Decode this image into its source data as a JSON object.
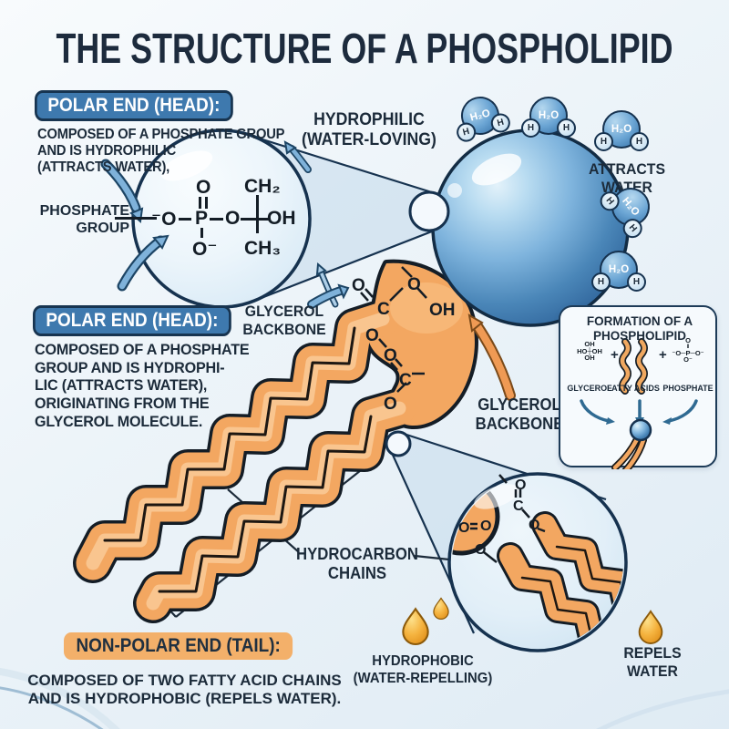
{
  "title": "THE STRUCTURE OF A PHOSPHOLIPID",
  "polar_head_top": {
    "pill": "POLAR END (HEAD):",
    "desc_lines": [
      "COMPOSED OF A PHOSPHATE GROUP",
      "AND IS HYDROPHILIC",
      "(ATTRACTS WATER),"
    ]
  },
  "polar_head_mid": {
    "pill": "POLAR END (HEAD):",
    "desc_lines": [
      "COMPOSED OF A PHOSPHATE",
      "GROUP AND IS HYDROPHI-",
      "LIC (ATTRACTS WATER),",
      "ORIGINATING FROM THE",
      "GLYCEROL MOLECULE."
    ]
  },
  "nonpolar_tail": {
    "pill": "NON-POLAR END (TAIL):",
    "desc_lines": [
      "COMPOSED OF TWO FATTY ACID CHAINS",
      "AND IS HYDROPHOBIC (REPELS WATER)."
    ]
  },
  "phosphate_group_label": [
    "PHOSPHATE",
    "GROUP"
  ],
  "hydrophilic_label": [
    "HYDROPHILIC",
    "(WATER-LOVING)"
  ],
  "attracts_water_label": [
    "ATTRACTS",
    "WATER"
  ],
  "glycerol_backbone_left": [
    "GLYCEROL",
    "BACKBONE"
  ],
  "glycerol_backbone_right": [
    "GLYCEROL",
    "BACKBONE"
  ],
  "hydrocarbon_label": [
    "HYDROCARBON",
    "CHAINS"
  ],
  "hydrophobic_label": [
    "HYDROPHOBIC",
    "(WATER-REPELLING)"
  ],
  "repels_water_label": [
    "REPELS",
    "WATER"
  ],
  "water_molecule": {
    "formula": "H₂O",
    "h": "H"
  },
  "top_structure": {
    "o_top": "O",
    "ch2": "CH₂",
    "o_neg_left": "⁻O",
    "p": "P",
    "o_mid": "O",
    "oh": "OH",
    "o_neg_bottom": "O⁻",
    "ch3": "CH₃"
  },
  "blob_labels": {
    "o1": "O",
    "c1": "C",
    "o2": "O",
    "oh": "OH",
    "o3": "O",
    "o4": "O",
    "c2": "C",
    "o5": "O"
  },
  "mag_labels": {
    "o1": "O",
    "c": "C",
    "o2": "O",
    "o3": "O",
    "o4": "O",
    "o5": "O"
  },
  "inset": {
    "title_lines": [
      "FORMATION OF A",
      "PHOSPHOLIPID"
    ],
    "glycerol_rows": [
      "OH",
      "HO┼OH",
      "OH"
    ],
    "phosphate_rows": [
      "O",
      "‖",
      "⁻O─P─O⁻",
      "O⁻"
    ],
    "plus": "+",
    "labels": [
      "GLYCEROL",
      "FATTY ACIDS",
      "PHOSPHATE"
    ]
  },
  "palette": {
    "ink": "#1c2b3a",
    "head_blue": "#3e79ae",
    "sphere_blue": "#4a86b8",
    "tail_orange": "#f3a761",
    "pill_orange": "#f3b06a",
    "droplet_gold": "#f2b03c",
    "water_blue": "#6ba5d4",
    "background": "#e8f1f8"
  }
}
